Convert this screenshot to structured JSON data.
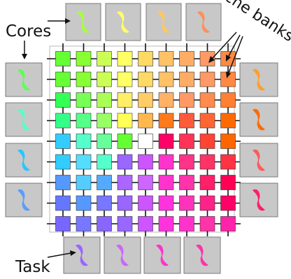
{
  "labels": {
    "cores": "Cores",
    "cache_banks": "Cache banks",
    "task": "Task"
  },
  "colors": {
    "core_box": "#c8c8c8",
    "core_box_stroke": "#7a7a7a",
    "grid_line": "#111111",
    "chip_bg": "#ffffff",
    "chip_border": "#b8b8b8"
  },
  "top_cores": [
    "#a6ff3b",
    "#ffff66",
    "#ffc85a",
    "#ff8f5a"
  ],
  "left_cores": [
    "#5cff56",
    "#55ffc8",
    "#29c6ff",
    "#5a9cff"
  ],
  "right_cores": [
    "#ff9e2c",
    "#ff6a00",
    "#ff5a5a",
    "#ff1d6a"
  ],
  "bottom_cores": [
    "#9966ff",
    "#cc66ff",
    "#ff33cc",
    "#ff33aa"
  ],
  "grid": [
    [
      "#66ff33",
      "#88ff33",
      "#ccff55",
      "#ffff66",
      "#ffd966",
      "#ffc266",
      "#ffad66",
      "#ff9966",
      "#ff8844"
    ],
    [
      "#66ff33",
      "#88ff33",
      "#ccff55",
      "#ffff66",
      "#ffd966",
      "#ffc266",
      "#ffad66",
      "#ff9966",
      "#ff8844"
    ],
    [
      "#33ff55",
      "#77ff55",
      "#aaff55",
      "#ffee66",
      "#ffcc66",
      "#ffb266",
      "#ff9966",
      "#ff8c4d",
      "#ff7f33"
    ],
    [
      "#33ff88",
      "#55ff88",
      "#99ff66",
      "#ffff55",
      "#ffb84d",
      "#ff7a1a",
      "#ff5a3a",
      "#ff6633",
      "#ff6a00"
    ],
    [
      "#33ccff",
      "#55ffcc",
      "#66ff99",
      "#66ff33",
      "#ffffff",
      "#ff0066",
      "#ff3355",
      "#ff4433",
      "#ff6600"
    ],
    [
      "#33ccff",
      "#55ddff",
      "#55ffcc",
      "#9966ff",
      "#cc55ff",
      "#ff33cc",
      "#ff3388",
      "#ff3366",
      "#ff3344"
    ],
    [
      "#5599ff",
      "#55ccff",
      "#55aaff",
      "#aa66ff",
      "#cc66ff",
      "#ff33cc",
      "#ff33aa",
      "#ff1f6b",
      "#ff0055"
    ],
    [
      "#6677ff",
      "#5599ff",
      "#7777ff",
      "#9966ff",
      "#cc55ff",
      "#ff33dd",
      "#ff33bb",
      "#ff2288",
      "#ff0066"
    ],
    [
      "#7766ff",
      "#7777ff",
      "#8866ff",
      "#9966ff",
      "#cc55ff",
      "#ff33dd",
      "#ff33cc",
      "#ff33aa",
      "#ff22aa"
    ]
  ]
}
